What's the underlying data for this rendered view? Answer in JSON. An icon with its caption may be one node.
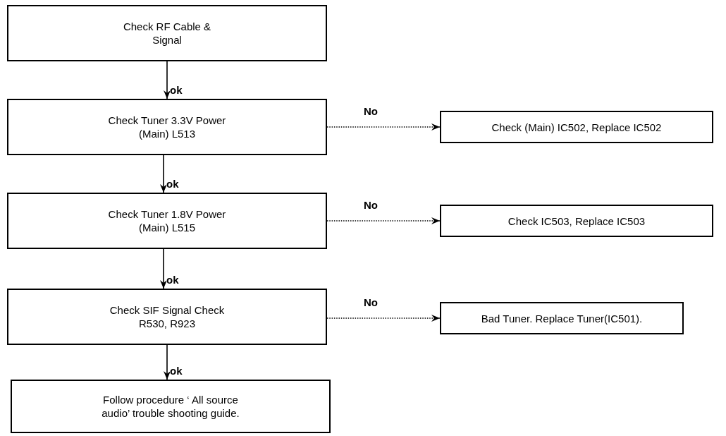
{
  "diagram": {
    "nodes": [
      {
        "text": [
          "Check RF Cable & Signal"
        ]
      },
      {
        "text": [
          "Check Tuner 3.3V Power (Main) L513"
        ]
      },
      {
        "text": [
          "Check (Main) IC502, Replace IC502"
        ]
      },
      {
        "text": [
          "Check Tuner 1.8V Power (Main) L515"
        ]
      },
      {
        "text": [
          "Check IC503, Replace IC503"
        ]
      },
      {
        "text": [
          "Check SIF Signal Check R530, R923"
        ]
      },
      {
        "text": [
          "Bad Tuner. Replace Tuner(IC501)."
        ]
      },
      {
        "text": [
          "Follow procedure ‘ All source audio’ trouble shooting guide."
        ]
      }
    ],
    "edges": [
      {
        "from": 0,
        "to": 1,
        "arrow": "to",
        "label": "ok"
      },
      {
        "from": 1,
        "to": 2,
        "arrow": "to",
        "label": "No",
        "style": "dashed"
      },
      {
        "from": 1,
        "to": 3,
        "arrow": "to",
        "label": "ok"
      },
      {
        "from": 3,
        "to": 4,
        "arrow": "to",
        "label": "No",
        "style": "dashed"
      },
      {
        "from": 3,
        "to": 5,
        "arrow": "to",
        "label": "ok"
      },
      {
        "from": 5,
        "to": 6,
        "arrow": "to",
        "label": "No",
        "style": "dashed"
      },
      {
        "from": 5,
        "to": 7,
        "arrow": "to",
        "label": "ok"
      }
    ]
  }
}
